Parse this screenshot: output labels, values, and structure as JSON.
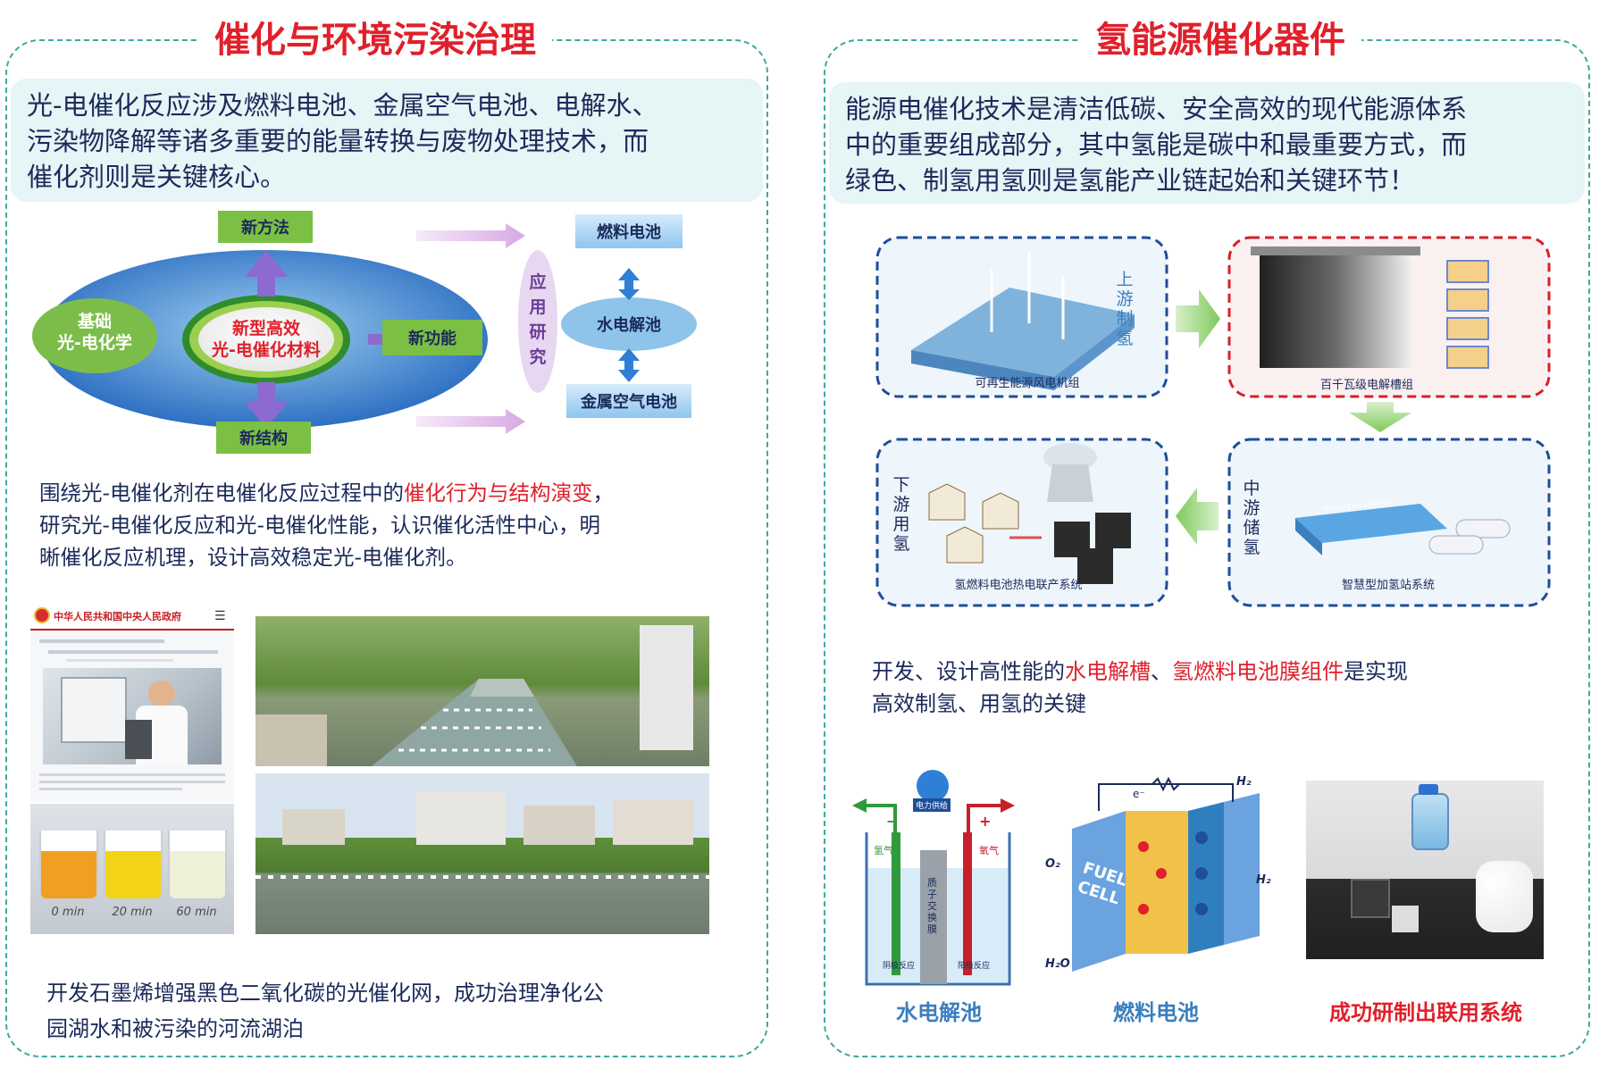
{
  "left": {
    "title": "催化与环境污染治理",
    "intro": [
      "光-电催化反应涉及燃料电池、金属空气电池、电解水、",
      "污染物降解等诸多重要的能量转换与废物处理技术，而",
      "催化剂则是关键核心。"
    ],
    "diagram": {
      "basis": [
        "基础",
        "光-电化学"
      ],
      "core": [
        "新型高效",
        "光-电催化材料"
      ],
      "method": "新方法",
      "function": "新功能",
      "structure": "新结构",
      "application": [
        "应",
        "用",
        "研",
        "究"
      ],
      "fuel_cell": "燃料电池",
      "electrolyzer": "水电解池",
      "metal_air": "金属空气电池"
    },
    "research": {
      "line1_a": "围绕光-电催化剂在电催化反应过程中的",
      "line1_highlight": "催化行为与结构演变",
      "line1_b": "，",
      "line2": "研究光-电催化反应和光-电催化性能，认识催化活性中心，明",
      "line3": "晰催化反应机理，设计高效稳定光-电催化剂。"
    },
    "news": {
      "site": "中华人民共和国中央人民政府",
      "menu_icon": "hamburger-icon"
    },
    "beaker_labels": [
      "0 min",
      "20 min",
      "60 min"
    ],
    "result": [
      "开发石墨烯增强黑色二氧化碳的光催化网，成功治理净化公",
      "园湖水和被污染的河流湖泊"
    ]
  },
  "right": {
    "title": "氢能源催化器件",
    "intro": [
      "能源电催化技术是清洁低碳、安全高效的现代能源体系",
      "中的重要组成部分，其中氢能是碳中和最重要方式，而",
      "绿色、制氢用氢则是氢能产业链起始和关键环节！"
    ],
    "chain": {
      "wind": "可再生能源风电机组",
      "upstream": [
        "上",
        "游",
        "制",
        "氢"
      ],
      "electrolyzer_stack": "百千瓦级电解槽组",
      "midstream": [
        "中",
        "游",
        "储",
        "氢"
      ],
      "station": "智慧型加氢站系统",
      "station_sign": "Hydrogen station",
      "downstream": [
        "下",
        "游",
        "用",
        "氢"
      ],
      "chp": "氢燃料电池热电联产系统"
    },
    "key": {
      "a": "开发、设计高性能的",
      "h1": "水电解槽",
      "sep": "、",
      "h2": "氢燃料电池膜组件",
      "b": "是实现",
      "line2": "高效制氢、用氢的关键"
    },
    "electrolysis": {
      "power": "电力供给",
      "left_gas": "氢气",
      "right_gas": "氧气",
      "membrane": "质子交换膜",
      "cathode": "阴极反应",
      "anode": "阳极反应",
      "minus": "−",
      "plus": "+"
    },
    "fuelcell": {
      "label_line1": "FUEL",
      "label_line2": "CELL",
      "h2_top": "H₂",
      "h2_side": "H₂",
      "o2": "O₂",
      "h2o": "H₂O",
      "electron": "e⁻"
    },
    "captions": {
      "electrolyzer": "水电解池",
      "fuel_cell": "燃料电池",
      "system": "成功研制出联用系统"
    }
  },
  "colors": {
    "title_red": "#e0202b",
    "text_navy": "#1b2a5a",
    "border_teal": "#3fa9a0",
    "intro_bg": "#e6f5f5",
    "box_blue": "#1f4e9a",
    "box_red": "#d6202b"
  }
}
